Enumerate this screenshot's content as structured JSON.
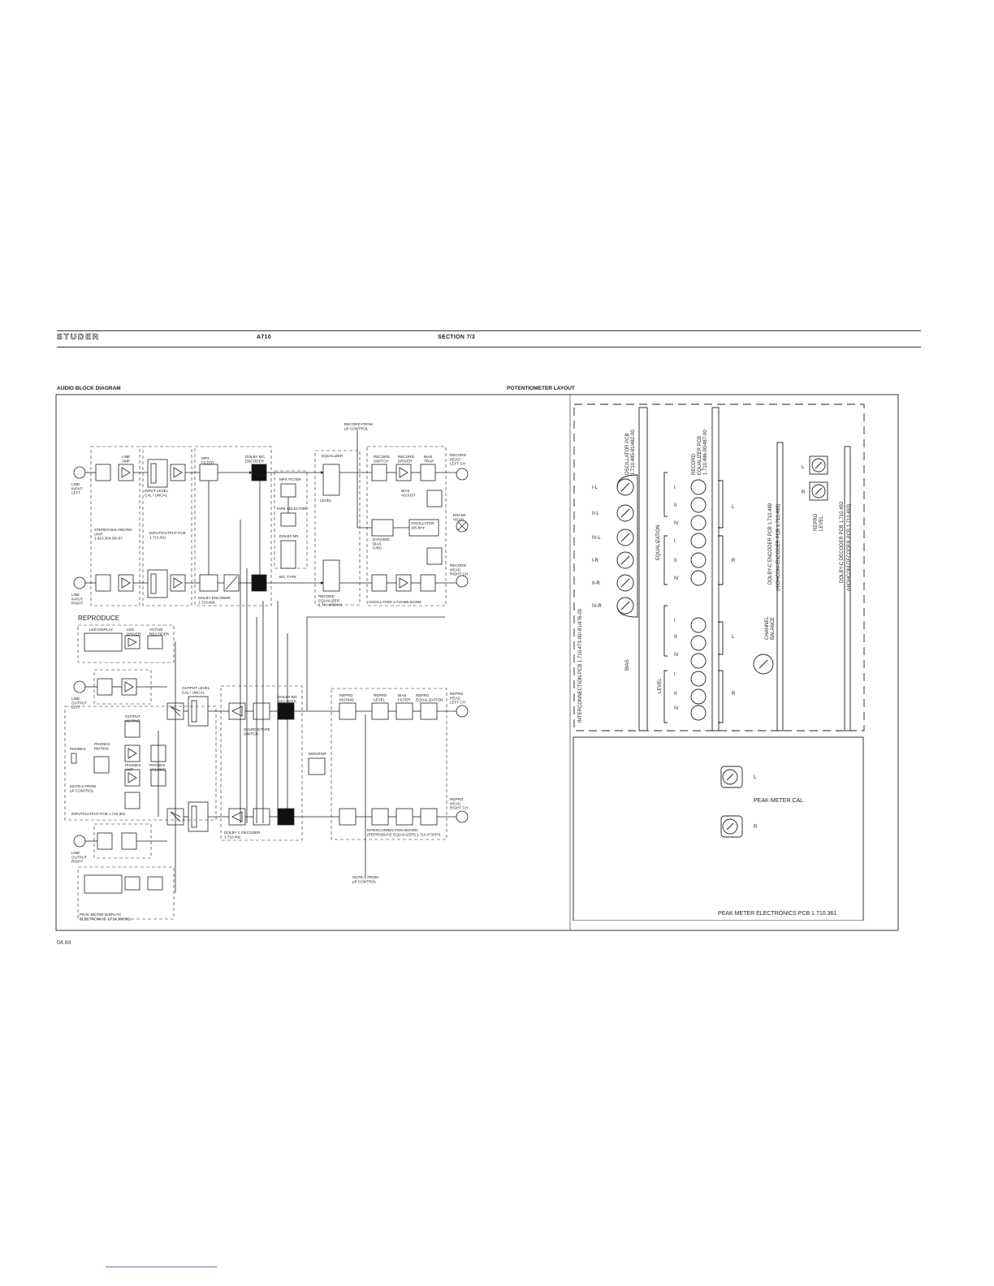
{
  "header": {
    "brand": "STUDER",
    "model": "A710",
    "section": "SECTION 7/3"
  },
  "titles": {
    "audio": "AUDIO BLOCK DIAGRAM",
    "pot": "POTENTIOMETER LAYOUT"
  },
  "footer": {
    "date": "04.84"
  },
  "audio": {
    "record_from": "RECORD FROM\nµP CONTROL",
    "line_amp": "LINE\nAMP",
    "line_input_left": "LINE\nINPUT\nLEFT",
    "line_input_right": "LINE\nINPUT\nRIGHT",
    "input_level": "INPUT LEVEL\nCAL / UNCAL",
    "stereo_balancing": "STEREO BALANCING\nUNIT\n1.910.304-00/-87",
    "io_pcb": "INPUT/OUTPUT PCB\n1.710.361",
    "mpx_filter": "MPX\nFILTER",
    "dolby_encoder_top": "DOLBY B/C\nENCODER",
    "dolby_encoder_bottom": "DOLBY ENCODER\n1.710.489",
    "mpx_filter_sw": "MPX FILTER",
    "tape_selector": "TAPE SELECTOR",
    "dolby_nr": "DOLBY NR",
    "bc_type": "B/C TYPE",
    "equalizer": "EQUALIZER",
    "level": "LEVEL",
    "record_equalizer": "RECORD\nEQUALIZER\n1.710.486/481",
    "record_switch": "RECORD\nSWITCH",
    "record_driver": "RECORD\nDRIVER",
    "bias_trap": "BIAS\nTRAP",
    "bias_adjust": "BIAS\nADJUST",
    "dynamic_bias": "DYNAMIC\nBIAS\nCIRC.",
    "oscillator": "OSCILLATOR\n105 kHz",
    "oscillator_pcb": "OSCILLATOR  1.710485-81/482",
    "record_head_left": "RECORD\nHEAD\nLEFT CH",
    "record_head_right": "RECORD\nHEAD\nRIGHT CH",
    "erase_head": "ERASE\nHEAD",
    "reproduce": "REPRODUCE",
    "led_display": "LED DISPLAY",
    "led_driver": "LED\nDRIVER",
    "active_rectifier": "ACTIVE\nRECTIFIER",
    "line_output_left": "LINE\nOUTPUT\nLEFT",
    "line_output_right": "LINE\nOUTPUT\nRIGHT",
    "output_level": "OUTPUT LEVEL\nCAL / UNCAL",
    "output_muting": "OUTPUT\nMUTING",
    "phones": "PHONES",
    "phones_muting": "PHONES\nMUTING",
    "phones_amp": "PHONES\nAMP",
    "phones_volume": "PHONES\nVOLUME",
    "mute2": "MUTE-2 FROM\nµP CONTROL",
    "io_pcb2": "INPUT/OUTPUT PCB  1.710.362",
    "source_tape": "SOURCE/TAPE\nSWITCH",
    "dolby_decoder_top": "DOLBY B/C\nDECODER",
    "dolby_decoder_bottom": "DOLBY C DECODER\n1.710.492",
    "monitor": "MONITOR",
    "repro_muting": "REPRO\nMUTING",
    "repro_level": "REPRO\nLEVEL",
    "bias_filter": "BIAS\nFILTER",
    "repro_equalization": "REPRO\nEQUALIZATION",
    "repro_head_left": "REPRO\nHEAD\nLEFT CH",
    "repro_head_right": "REPRO\nHEAD\nRIGHT CH",
    "interconnection_board": "INTERCONNECTION BOARD\n(REPRODUCE EQUALIZER)  1.710.473/476",
    "mute1": "MUTE-1 FROM\nµP CONTROL",
    "peak_meter": "PEAK METER DISPLAY/\nELECTRONICS  1.710.360/361"
  },
  "pot": {
    "interconnection_pcb": "INTERCONNECTION PCB  1.710.473-00/-81/476-00",
    "oscillator_pcb": "OSCILLATOR PCB\n1.710.485-81/482-00",
    "record_equalizer_pcb": "RECORD\nEQUALIZER PCB\n1.710.486-00/487-00",
    "dolby_encoder_pcb": "DOLBY-C ENCODER PCB  1.710.489",
    "highcom_encoder_pcb": "(HIGHCOM-ENCODER PCB  1.710.483)",
    "dolby_decoder_pcb": "DOLBY-C DECODER PCB  1.710.492",
    "highcom_decoder_pcb": "(HIGHCOM-DECODER PCB  1.710.493)",
    "bias": "BIAS",
    "equalization": "EQUALIZATION",
    "level": "LEVEL",
    "channel_balance": "CHANNEL\nBALANCE",
    "repro_level": "REPRO\nLEVEL",
    "bias_labels": [
      "I-L",
      "II-L",
      "IV-L",
      "I-R",
      "II-R",
      "IV-R"
    ],
    "eq_labels": [
      "I",
      "II",
      "IV",
      "I",
      "II",
      "IV"
    ],
    "level_labels": [
      "I",
      "II",
      "IV",
      "I",
      "II",
      "IV"
    ],
    "L": "L",
    "R": "R",
    "peak_meter_cal": "PEAK-METER CAL.",
    "peak_meter_pcb": "PEAK METER ELECTRONICS PCB  1.710.361"
  }
}
